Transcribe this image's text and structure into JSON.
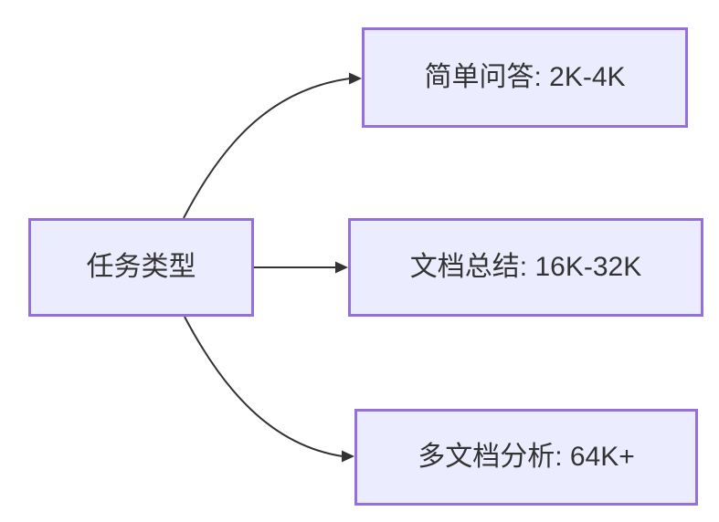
{
  "diagram": {
    "type": "flowchart",
    "direction": "left-to-right",
    "nodes": [
      {
        "id": "task-type",
        "label": "任务类型"
      },
      {
        "id": "simple-qa",
        "label": "简单问答: 2K-4K"
      },
      {
        "id": "doc-summary",
        "label": "文档总结: 16K-32K"
      },
      {
        "id": "multi-doc-analysis",
        "label": "多文档分析: 64K+"
      }
    ],
    "edges": [
      {
        "from": "task-type",
        "to": "simple-qa"
      },
      {
        "from": "task-type",
        "to": "doc-summary"
      },
      {
        "from": "task-type",
        "to": "multi-doc-analysis"
      }
    ],
    "colors": {
      "node_fill": "#ECECFF",
      "node_border": "#9370DB",
      "edge_line": "#333333",
      "text": "#333333",
      "background": "#ffffff"
    }
  }
}
